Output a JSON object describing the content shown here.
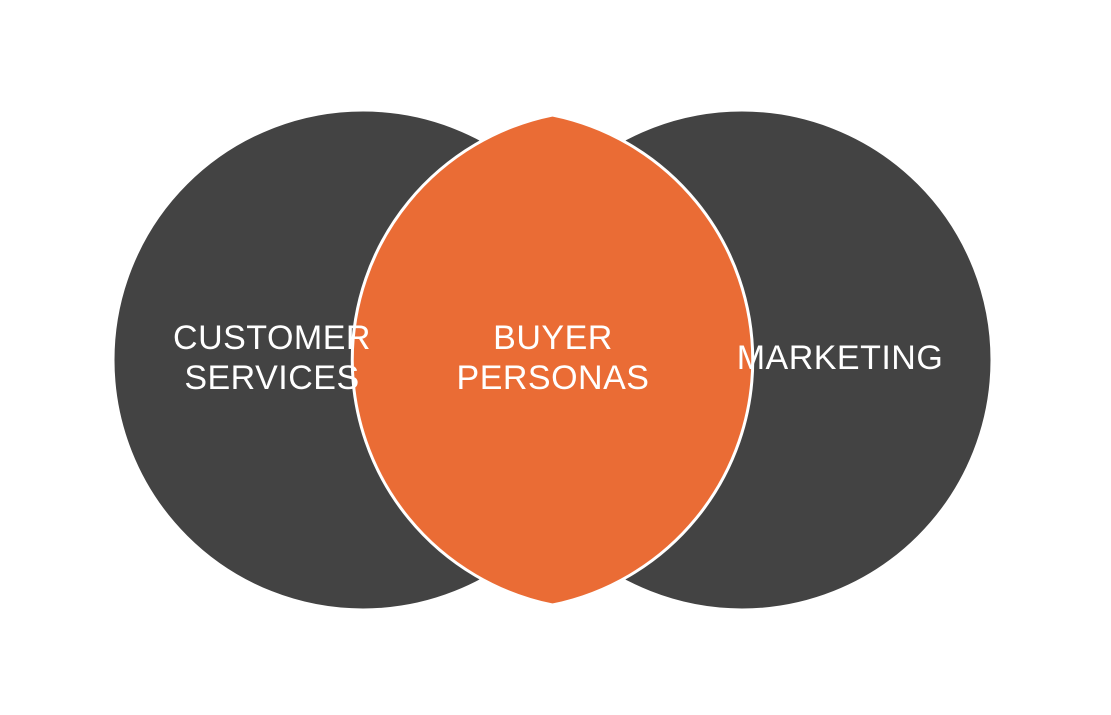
{
  "diagram": {
    "left_circle": {
      "label_lines": [
        "CUSTOMER",
        "SERVICES"
      ]
    },
    "overlap": {
      "label_lines": [
        "BUYER",
        "PERSONAS"
      ]
    },
    "right_circle": {
      "label_lines": [
        "MARKETING"
      ]
    }
  },
  "colors": {
    "circle_fill": "#434343",
    "overlap_fill": "#EA6C35",
    "stroke": "#ffffff",
    "text": "#ffffff",
    "background": "#ffffff"
  }
}
